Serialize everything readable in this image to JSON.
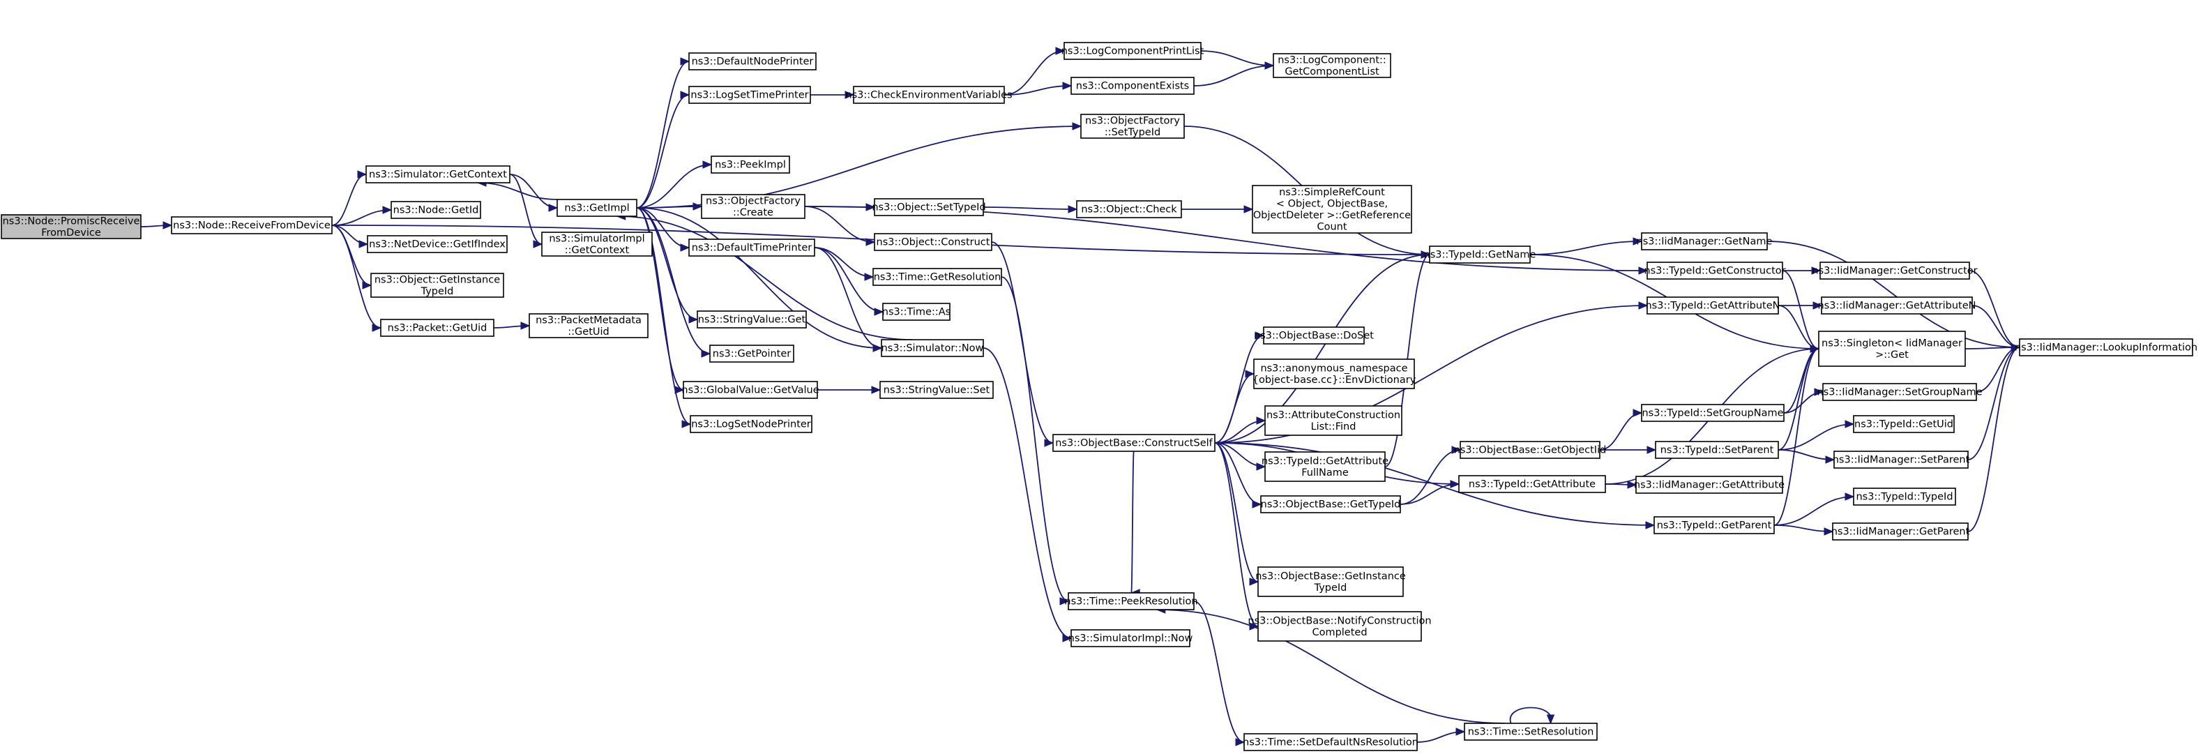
{
  "graph": {
    "nodes": [
      {
        "id": "root",
        "lines": [
          "ns3::Node::PromiscReceive",
          "FromDevice"
        ],
        "root": true
      },
      {
        "id": "rfd",
        "lines": [
          "ns3::Node::ReceiveFromDevice"
        ]
      },
      {
        "id": "simgc",
        "lines": [
          "ns3::Simulator::GetContext"
        ]
      },
      {
        "id": "nodegetid",
        "lines": [
          "ns3::Node::GetId"
        ]
      },
      {
        "id": "netdev",
        "lines": [
          "ns3::NetDevice::GetIfIndex"
        ]
      },
      {
        "id": "objgit",
        "lines": [
          "ns3::Object::GetInstance",
          "TypeId"
        ]
      },
      {
        "id": "pktuid",
        "lines": [
          "ns3::Packet::GetUid"
        ]
      },
      {
        "id": "getimpl",
        "lines": [
          "ns3::GetImpl"
        ]
      },
      {
        "id": "simimplgc",
        "lines": [
          "ns3::SimulatorImpl",
          "::GetContext"
        ]
      },
      {
        "id": "pmuid",
        "lines": [
          "ns3::PacketMetadata",
          "::GetUid"
        ]
      },
      {
        "id": "defnp",
        "lines": [
          "ns3::DefaultNodePrinter"
        ]
      },
      {
        "id": "logstp",
        "lines": [
          "ns3::LogSetTimePrinter"
        ]
      },
      {
        "id": "peekimpl",
        "lines": [
          "ns3::PeekImpl"
        ]
      },
      {
        "id": "ofcreate",
        "lines": [
          "ns3::ObjectFactory",
          "::Create"
        ]
      },
      {
        "id": "deftp",
        "lines": [
          "ns3::DefaultTimePrinter"
        ]
      },
      {
        "id": "svget",
        "lines": [
          "ns3::StringValue::Get"
        ]
      },
      {
        "id": "getptr",
        "lines": [
          "ns3::GetPointer"
        ]
      },
      {
        "id": "gvget",
        "lines": [
          "ns3::GlobalValue::GetValue"
        ]
      },
      {
        "id": "logsnp",
        "lines": [
          "ns3::LogSetNodePrinter"
        ]
      },
      {
        "id": "checkenv",
        "lines": [
          "ns3::CheckEnvironmentVariables"
        ]
      },
      {
        "id": "objsettid",
        "lines": [
          "ns3::Object::SetTypeId"
        ]
      },
      {
        "id": "objconstruct",
        "lines": [
          "ns3::Object::Construct"
        ]
      },
      {
        "id": "timegetres",
        "lines": [
          "ns3::Time::GetResolution"
        ]
      },
      {
        "id": "timeas",
        "lines": [
          "ns3::Time::As"
        ]
      },
      {
        "id": "simnow",
        "lines": [
          "ns3::Simulator::Now"
        ]
      },
      {
        "id": "svset",
        "lines": [
          "ns3::StringValue::Set"
        ]
      },
      {
        "id": "lcpl",
        "lines": [
          "ns3::LogComponentPrintList"
        ]
      },
      {
        "id": "compexists",
        "lines": [
          "ns3::ComponentExists"
        ]
      },
      {
        "id": "ofsettid",
        "lines": [
          "ns3::ObjectFactory",
          "::SetTypeId"
        ]
      },
      {
        "id": "objcheck",
        "lines": [
          "ns3::Object::Check"
        ]
      },
      {
        "id": "lcgcl",
        "lines": [
          "ns3::LogComponent::",
          "GetComponentList"
        ]
      },
      {
        "id": "srcgrc",
        "lines": [
          "ns3::SimpleRefCount",
          "< Object, ObjectBase,",
          "ObjectDeleter >::GetReference",
          "Count"
        ]
      },
      {
        "id": "obcs",
        "lines": [
          "ns3::ObjectBase::ConstructSelf"
        ]
      },
      {
        "id": "timepeek",
        "lines": [
          "ns3::Time::PeekResolution"
        ]
      },
      {
        "id": "simimplnow",
        "lines": [
          "ns3::SimulatorImpl::Now"
        ]
      },
      {
        "id": "timesetdef",
        "lines": [
          "ns3::Time::SetDefaultNsResolution"
        ]
      },
      {
        "id": "timesetres",
        "lines": [
          "ns3::Time::SetResolution"
        ]
      },
      {
        "id": "obdoset",
        "lines": [
          "ns3::ObjectBase::DoSet"
        ]
      },
      {
        "id": "anonenv",
        "lines": [
          "ns3::anonymous_namespace",
          "{object-base.cc}::EnvDictionary"
        ]
      },
      {
        "id": "aclfind",
        "lines": [
          "ns3::AttributeConstruction",
          "List::Find"
        ]
      },
      {
        "id": "tidgafn",
        "lines": [
          "ns3::TypeId::GetAttribute",
          "FullName"
        ]
      },
      {
        "id": "obgettid",
        "lines": [
          "ns3::ObjectBase::GetTypeId"
        ]
      },
      {
        "id": "obgit",
        "lines": [
          "ns3::ObjectBase::GetInstance",
          "TypeId"
        ]
      },
      {
        "id": "obnc",
        "lines": [
          "ns3::ObjectBase::NotifyConstruction",
          "Completed"
        ]
      },
      {
        "id": "tidgetname",
        "lines": [
          "ns3::TypeId::GetName"
        ]
      },
      {
        "id": "obgoi",
        "lines": [
          "ns3::ObjectBase::GetObjectIid"
        ]
      },
      {
        "id": "tidgetattr",
        "lines": [
          "ns3::TypeId::GetAttribute"
        ]
      },
      {
        "id": "iidgetname",
        "lines": [
          "ns3::IidManager::GetName"
        ]
      },
      {
        "id": "tidgetctor",
        "lines": [
          "ns3::TypeId::GetConstructor"
        ]
      },
      {
        "id": "tidgetattrn",
        "lines": [
          "ns3::TypeId::GetAttributeN"
        ]
      },
      {
        "id": "singleton",
        "lines": [
          "ns3::Singleton< IidManager",
          ">::Get"
        ]
      },
      {
        "id": "tidsgn",
        "lines": [
          "ns3::TypeId::SetGroupName"
        ]
      },
      {
        "id": "tidsetparent",
        "lines": [
          "ns3::TypeId::SetParent"
        ]
      },
      {
        "id": "iidgetattr",
        "lines": [
          "ns3::IidManager::GetAttribute"
        ]
      },
      {
        "id": "tidgetparent",
        "lines": [
          "ns3::TypeId::GetParent"
        ]
      },
      {
        "id": "iidgetctor",
        "lines": [
          "ns3::IidManager::GetConstructor"
        ]
      },
      {
        "id": "iidgetattrn",
        "lines": [
          "ns3::IidManager::GetAttributeN"
        ]
      },
      {
        "id": "iidsgn",
        "lines": [
          "ns3::IidManager::SetGroupName"
        ]
      },
      {
        "id": "tidgetuid",
        "lines": [
          "ns3::TypeId::GetUid"
        ]
      },
      {
        "id": "iidsetparent",
        "lines": [
          "ns3::IidManager::SetParent"
        ]
      },
      {
        "id": "tidtid",
        "lines": [
          "ns3::TypeId::TypeId"
        ]
      },
      {
        "id": "iidgetparent",
        "lines": [
          "ns3::IidManager::GetParent"
        ]
      },
      {
        "id": "iidlookup",
        "lines": [
          "ns3::IidManager::LookupInformation"
        ]
      }
    ],
    "edges": [
      [
        "root",
        "rfd"
      ],
      [
        "rfd",
        "simgc"
      ],
      [
        "rfd",
        "nodegetid"
      ],
      [
        "rfd",
        "netdev"
      ],
      [
        "rfd",
        "objgit"
      ],
      [
        "rfd",
        "pktuid"
      ],
      [
        "rfd",
        "tidgetname"
      ],
      [
        "simgc",
        "getimpl"
      ],
      [
        "simgc",
        "simimplgc"
      ],
      [
        "pktuid",
        "pmuid"
      ],
      [
        "getimpl",
        "simgc"
      ],
      [
        "getimpl",
        "defnp"
      ],
      [
        "getimpl",
        "logstp"
      ],
      [
        "getimpl",
        "ofsettid"
      ],
      [
        "getimpl",
        "peekimpl"
      ],
      [
        "getimpl",
        "ofcreate"
      ],
      [
        "getimpl",
        "deftp"
      ],
      [
        "getimpl",
        "svget"
      ],
      [
        "getimpl",
        "getptr"
      ],
      [
        "getimpl",
        "simnow"
      ],
      [
        "getimpl",
        "gvget"
      ],
      [
        "getimpl",
        "logsnp"
      ],
      [
        "logstp",
        "checkenv"
      ],
      [
        "checkenv",
        "lcpl"
      ],
      [
        "checkenv",
        "compexists"
      ],
      [
        "lcpl",
        "lcgcl"
      ],
      [
        "compexists",
        "lcgcl"
      ],
      [
        "ofsettid",
        "tidgetname"
      ],
      [
        "ofcreate",
        "objsettid"
      ],
      [
        "ofcreate",
        "objconstruct"
      ],
      [
        "ofcreate",
        "tidgetctor"
      ],
      [
        "objsettid",
        "objcheck"
      ],
      [
        "objcheck",
        "srcgrc"
      ],
      [
        "objconstruct",
        "obcs"
      ],
      [
        "deftp",
        "timegetres"
      ],
      [
        "deftp",
        "timeas"
      ],
      [
        "deftp",
        "simnow"
      ],
      [
        "timegetres",
        "timepeek"
      ],
      [
        "simnow",
        "getimpl"
      ],
      [
        "simnow",
        "simimplnow"
      ],
      [
        "gvget",
        "svset"
      ],
      [
        "obcs",
        "tidgetname"
      ],
      [
        "obcs",
        "tidgetattrn"
      ],
      [
        "obcs",
        "obdoset"
      ],
      [
        "obcs",
        "anonenv"
      ],
      [
        "obcs",
        "aclfind"
      ],
      [
        "obcs",
        "tidgafn"
      ],
      [
        "obcs",
        "obgettid"
      ],
      [
        "obcs",
        "tidgetattr"
      ],
      [
        "obcs",
        "obgit"
      ],
      [
        "obcs",
        "obnc"
      ],
      [
        "obcs",
        "tidgetparent"
      ],
      [
        "obcs",
        "timepeek"
      ],
      [
        "timepeek",
        "timesetdef"
      ],
      [
        "timesetres",
        "timepeek"
      ],
      [
        "timesetdef",
        "timesetres"
      ],
      [
        "timesetres",
        "timesetres"
      ],
      [
        "tidgafn",
        "tidgetname"
      ],
      [
        "obgettid",
        "obgoi"
      ],
      [
        "obgettid",
        "tidgetattr"
      ],
      [
        "obgoi",
        "tidsgn"
      ],
      [
        "obgoi",
        "tidsetparent"
      ],
      [
        "tidgetattr",
        "singleton"
      ],
      [
        "tidgetattr",
        "iidgetattr"
      ],
      [
        "tidgetname",
        "iidgetname"
      ],
      [
        "tidgetname",
        "singleton"
      ],
      [
        "tidgetctor",
        "iidgetctor"
      ],
      [
        "tidgetctor",
        "singleton"
      ],
      [
        "tidgetattrn",
        "iidgetattrn"
      ],
      [
        "tidgetattrn",
        "singleton"
      ],
      [
        "tidsgn",
        "singleton"
      ],
      [
        "tidsgn",
        "iidsgn"
      ],
      [
        "tidsetparent",
        "singleton"
      ],
      [
        "tidsetparent",
        "tidgetuid"
      ],
      [
        "tidsetparent",
        "iidsetparent"
      ],
      [
        "tidgetparent",
        "singleton"
      ],
      [
        "tidgetparent",
        "tidtid"
      ],
      [
        "tidgetparent",
        "iidgetparent"
      ],
      [
        "iidgetname",
        "iidlookup"
      ],
      [
        "iidgetctor",
        "iidlookup"
      ],
      [
        "iidgetattrn",
        "iidlookup"
      ],
      [
        "iidsgn",
        "iidlookup"
      ],
      [
        "iidsetparent",
        "iidlookup"
      ],
      [
        "iidgetparent",
        "iidlookup"
      ],
      [
        "singleton",
        "iidlookup"
      ]
    ]
  }
}
